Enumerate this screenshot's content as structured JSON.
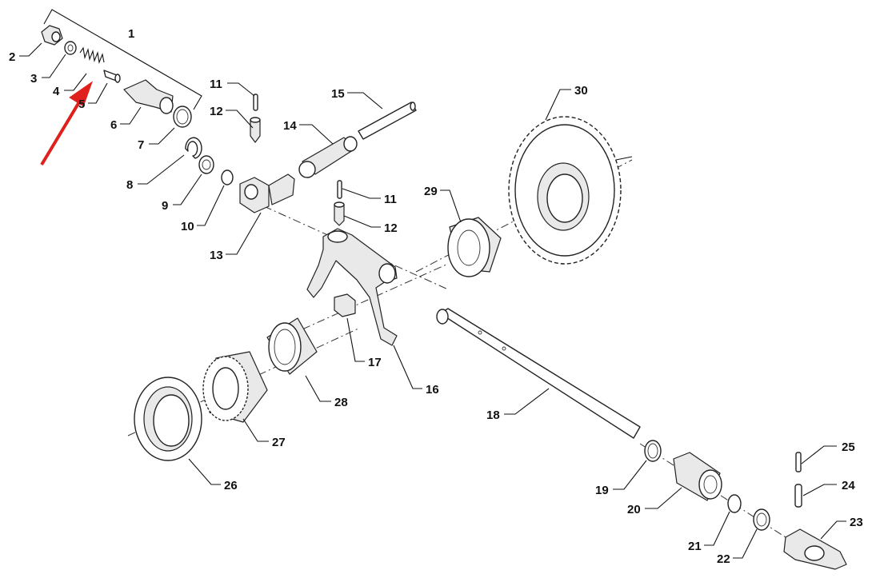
{
  "diagram": {
    "labels": [
      "1",
      "2",
      "3",
      "4",
      "5",
      "6",
      "7",
      "8",
      "9",
      "10",
      "11",
      "12",
      "13",
      "14",
      "15",
      "11",
      "12",
      "16",
      "17",
      "18",
      "19",
      "20",
      "21",
      "22",
      "23",
      "24",
      "25",
      "26",
      "27",
      "28",
      "29",
      "30"
    ],
    "highlight_arrow_color": "#e0201c",
    "line_color": "#111111"
  }
}
